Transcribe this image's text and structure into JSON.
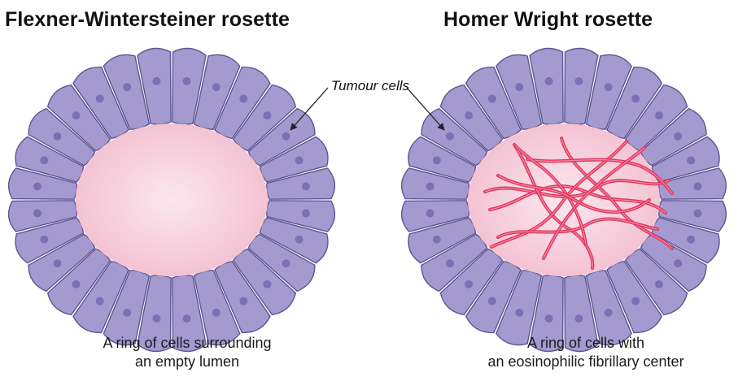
{
  "left_panel": {
    "title": "Flexner-Wintersteiner rosette",
    "caption_line1": "A ring of cells surrounding",
    "caption_line2": "an empty lumen"
  },
  "right_panel": {
    "title": "Homer Wright rosette",
    "caption_line1": "A ring of cells with",
    "caption_line2": "an eosinophilic fibrillary center"
  },
  "callout": {
    "label": "Tumour cells"
  },
  "colors": {
    "cell_fill": "#a59ad0",
    "cell_stroke": "#5e5591",
    "nucleus": "#7c70b4",
    "lumen_center": "#fbe7ee",
    "lumen_edge": "#f4c3d3",
    "fibril": "#e0365e",
    "fibril_highlight": "#f48aa3"
  },
  "rosettes": [
    {
      "name": "flexner-wintersteiner-rosette",
      "cell_count": 28,
      "fibrillary_center": false
    },
    {
      "name": "homer-wright-rosette",
      "cell_count": 28,
      "fibrillary_center": true
    }
  ]
}
